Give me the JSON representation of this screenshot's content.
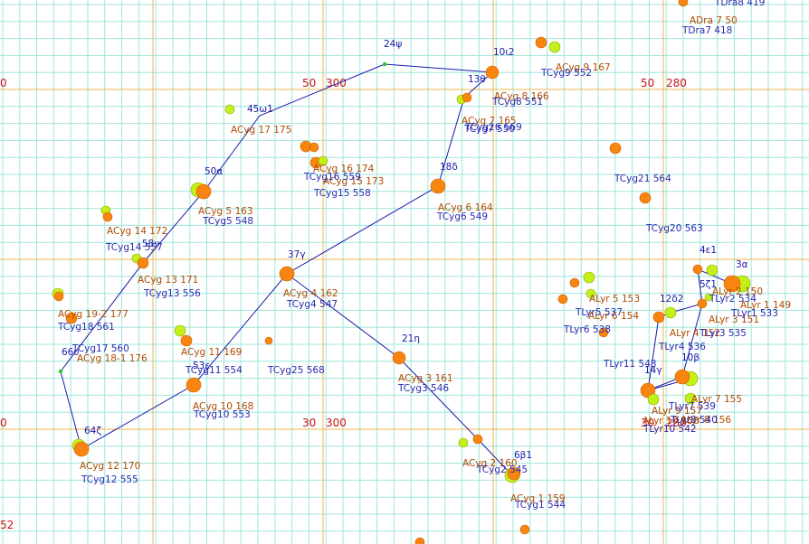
{
  "colors": {
    "minor_grid": "#9ee6dc",
    "major_grid": "#f0b449",
    "grid_label": "#cc1111",
    "line": "#1a1aaa",
    "label_a": "#b04a00",
    "label_t": "#2a2ab0",
    "star_orange": "#f7850f",
    "star_green": "#c4f01a",
    "star_yellow": "#f0e61a"
  },
  "chart_data": {
    "type": "star-chart",
    "grid_labels": [
      {
        "text": "0"
      },
      {
        "text": "50"
      },
      {
        "text": "300"
      },
      {
        "text": "50"
      },
      {
        "text": "280"
      },
      {
        "text": "0"
      },
      {
        "text": "30"
      },
      {
        "text": "300"
      },
      {
        "text": "30"
      },
      {
        "text": "280"
      },
      {
        "text": "52"
      }
    ],
    "asterism_labels": [
      {
        "text": "24ψ"
      },
      {
        "text": "10ι2"
      },
      {
        "text": "13θ"
      },
      {
        "text": "45ω1"
      },
      {
        "text": "50α"
      },
      {
        "text": "18δ"
      },
      {
        "text": "58ν"
      },
      {
        "text": "37γ"
      },
      {
        "text": "66υ"
      },
      {
        "text": "21η"
      },
      {
        "text": "53ε"
      },
      {
        "text": "64ζ"
      },
      {
        "text": "6β1"
      },
      {
        "text": "4ε1"
      },
      {
        "text": "3α"
      },
      {
        "text": "5ζ1"
      },
      {
        "text": "12δ2"
      },
      {
        "text": "14γ"
      },
      {
        "text": "10β"
      }
    ],
    "star_labels_a": [
      {
        "text": "ADra 7  50"
      },
      {
        "text": "ACyg 9  167"
      },
      {
        "text": "ACyg 8  166"
      },
      {
        "text": "ACyg 7  165"
      },
      {
        "text": "ACyg 17  175"
      },
      {
        "text": "ACyg 16  174"
      },
      {
        "text": "ACyg 15  173"
      },
      {
        "text": "ACyg 5  163"
      },
      {
        "text": "ACyg 6  164"
      },
      {
        "text": "ACyg 14  172"
      },
      {
        "text": "ACyg 13  171"
      },
      {
        "text": "ACyg 4  162"
      },
      {
        "text": "ACyg 19-2  177"
      },
      {
        "text": "ACyg 18-1  176"
      },
      {
        "text": "ACyg 11  169"
      },
      {
        "text": "ACyg 3  161"
      },
      {
        "text": "ACyg 10  168"
      },
      {
        "text": "ACyg 12  170"
      },
      {
        "text": "ACyg 2  160"
      },
      {
        "text": "ACyg 1  159"
      },
      {
        "text": "ALyr 5  153"
      },
      {
        "text": "ALyr 6  154"
      },
      {
        "text": "ALyr 2  150"
      },
      {
        "text": "ALyr 1  149"
      },
      {
        "text": "ALyr 3  151"
      },
      {
        "text": "ALyr 4  152"
      },
      {
        "text": "ALyr 9  157"
      },
      {
        "text": "ALyr 7  155"
      },
      {
        "text": "ALyr 8  156"
      },
      {
        "text": "ALyr 10  158"
      }
    ],
    "star_labels_t": [
      {
        "text": "TDra8  419"
      },
      {
        "text": "TDra7  418"
      },
      {
        "text": "TCyg9  552"
      },
      {
        "text": "TCyg8  551"
      },
      {
        "text": "TCyg26  569"
      },
      {
        "text": "TCyg7  550"
      },
      {
        "text": "TCyg16  559"
      },
      {
        "text": "TCyg15  558"
      },
      {
        "text": "TCyg21  564"
      },
      {
        "text": "TCyg5  548"
      },
      {
        "text": "TCyg6  549"
      },
      {
        "text": "TCyg20  563"
      },
      {
        "text": "TCyg14  557"
      },
      {
        "text": "TCyg13  556"
      },
      {
        "text": "TCyg4  547"
      },
      {
        "text": "TCyg18  561"
      },
      {
        "text": "TCyg17  560"
      },
      {
        "text": "TCyg11  554"
      },
      {
        "text": "TCyg25  568"
      },
      {
        "text": "TCyg3  546"
      },
      {
        "text": "TCyg10  553"
      },
      {
        "text": "TCyg12  555"
      },
      {
        "text": "TCyg2  545"
      },
      {
        "text": "TCyg1  544"
      },
      {
        "text": "TLyr2  534"
      },
      {
        "text": "TLyr1  533"
      },
      {
        "text": "TLyr5  537"
      },
      {
        "text": "TLyr6  538"
      },
      {
        "text": "TLyr3  535"
      },
      {
        "text": "TLyr4  536"
      },
      {
        "text": "TLyr11  543"
      },
      {
        "text": "TLyr7  539"
      },
      {
        "text": "TLyr8  540"
      },
      {
        "text": "TLyr10  542"
      }
    ]
  }
}
